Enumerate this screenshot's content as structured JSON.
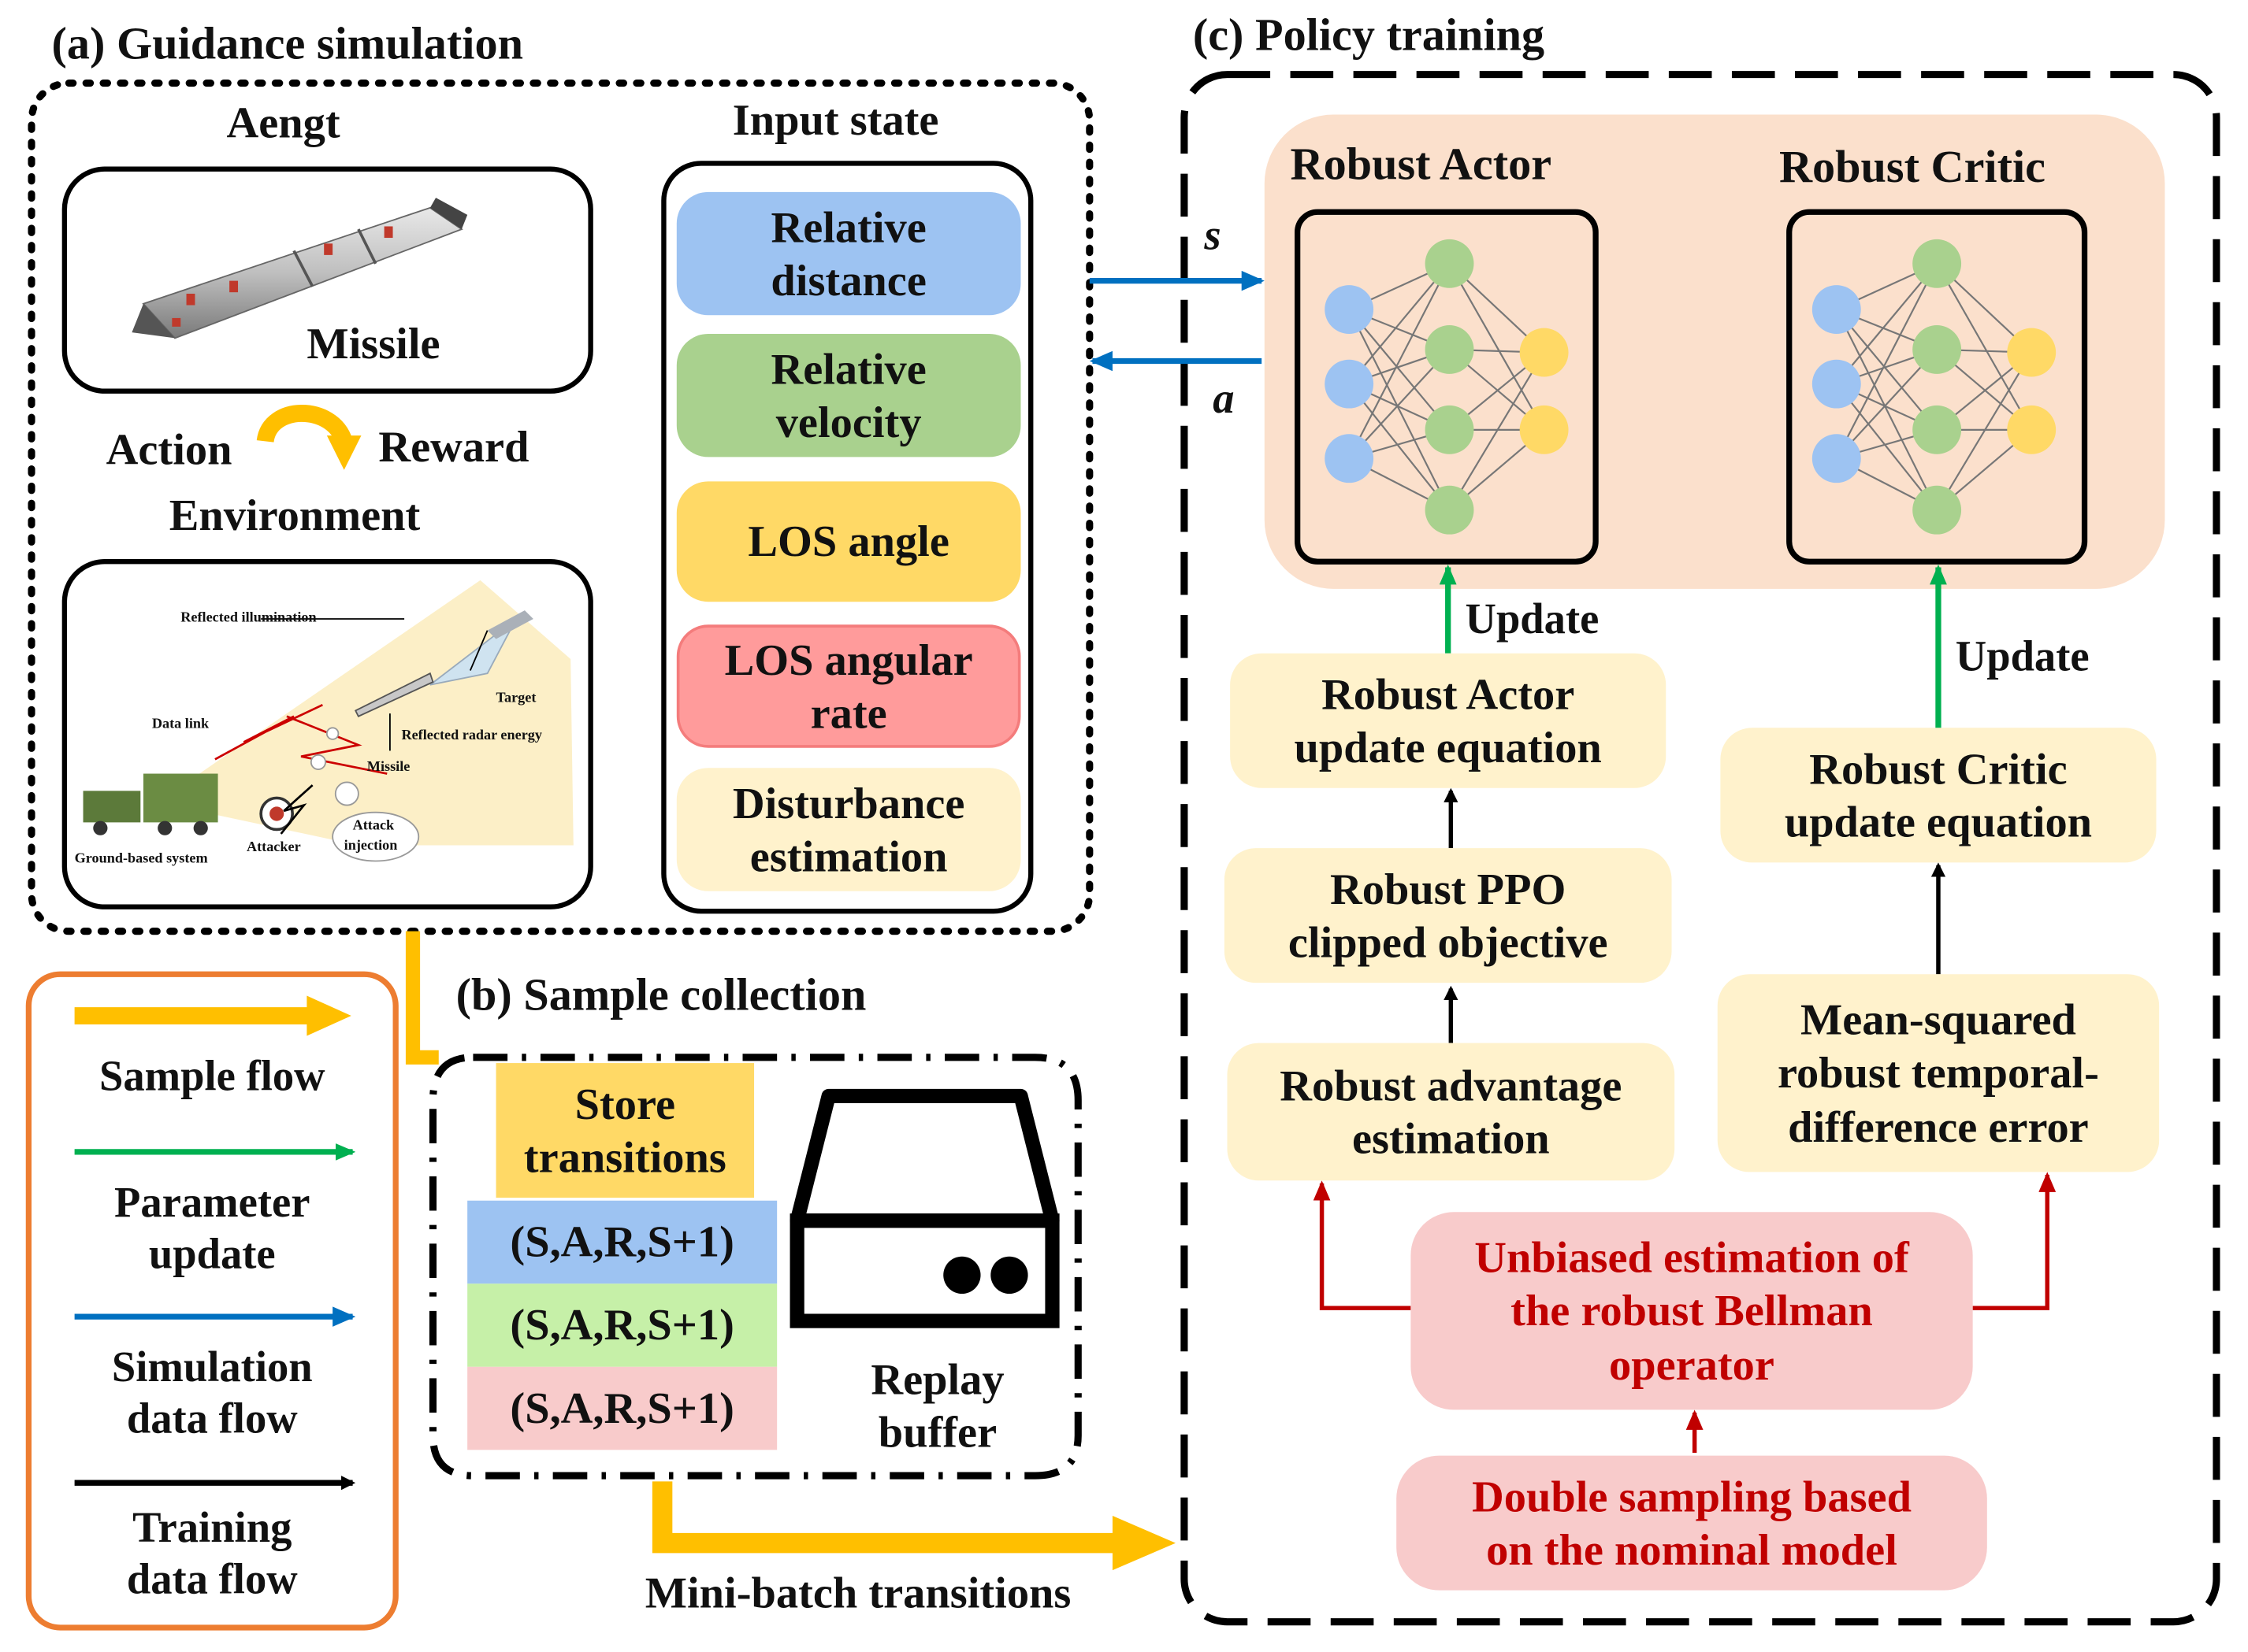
{
  "colors": {
    "sample_flow": "#FFBF00",
    "parameter_update": "#00B050",
    "simulation_flow": "#0070C0",
    "training_flow": "#000000",
    "robust_text": "#C00000",
    "peach": "#FBE0CC",
    "cream": "#FFF2CC",
    "pink": "#F8CBCB",
    "blue_state": "#9DC3F2",
    "green_state": "#A9D18E",
    "yellow_state": "#FFD966",
    "red_state": "#FF9B9B",
    "legend_border": "#ED7D31"
  },
  "guidance": {
    "title": "(a) Guidance simulation",
    "agent_label": "Aengt",
    "missile_label": "Missile",
    "action_label": "Action",
    "reward_label": "Reward",
    "environment_label": "Environment",
    "scene": {
      "reflected_illumination": "Reflected illumination",
      "data_link": "Data link",
      "target": "Target",
      "reflected_radar_energy": "Reflected radar energy",
      "missile": "Missile",
      "ground_based_system": "Ground-based system",
      "attacker": "Attacker",
      "attack_injection_1": "Attack",
      "attack_injection_2": "injection"
    },
    "input_state_title": "Input state",
    "states": [
      {
        "line1": "Relative",
        "line2": "distance"
      },
      {
        "line1": "Relative",
        "line2": "velocity"
      },
      {
        "line1": "LOS angle",
        "line2": ""
      },
      {
        "line1": "LOS angular",
        "line2": "rate"
      },
      {
        "line1": "Disturbance",
        "line2": "estimation"
      }
    ]
  },
  "sample": {
    "title": "(b) Sample collection",
    "store_1": "Store",
    "store_2": "transitions",
    "rows": [
      "(S,A,R,S+1)",
      "(S,A,R,S+1)",
      "(S,A,R,S+1)"
    ],
    "replay_1": "Replay",
    "replay_2": "buffer",
    "minibatch": "Mini-batch transitions"
  },
  "legend": {
    "sample_flow": "Sample flow",
    "parameter_update_1": "Parameter",
    "parameter_update_2": "update",
    "simulation_1": "Simulation",
    "simulation_2": "data flow",
    "training_1": "Training",
    "training_2": "data flow"
  },
  "policy": {
    "title": "(c) Policy training",
    "s_label": "s",
    "a_label": "a",
    "actor_title": "Robust Actor",
    "critic_title": "Robust Critic",
    "update_actor": "Update",
    "update_critic": "Update",
    "actor_eq_1": "Robust Actor",
    "actor_eq_2": "update equation",
    "ppo_1": "Robust PPO",
    "ppo_2": "clipped objective",
    "adv_1": "Robust advantage",
    "adv_2": "estimation",
    "critic_eq_1": "Robust Critic",
    "critic_eq_2": "update equation",
    "msre_1": "Mean-squared",
    "msre_2": "robust temporal-",
    "msre_3": "difference error",
    "unbiased_1": "Unbiased estimation of",
    "unbiased_2": "the robust Bellman",
    "unbiased_3": "operator",
    "double_1": "Double sampling based",
    "double_2": "on the nominal model"
  }
}
